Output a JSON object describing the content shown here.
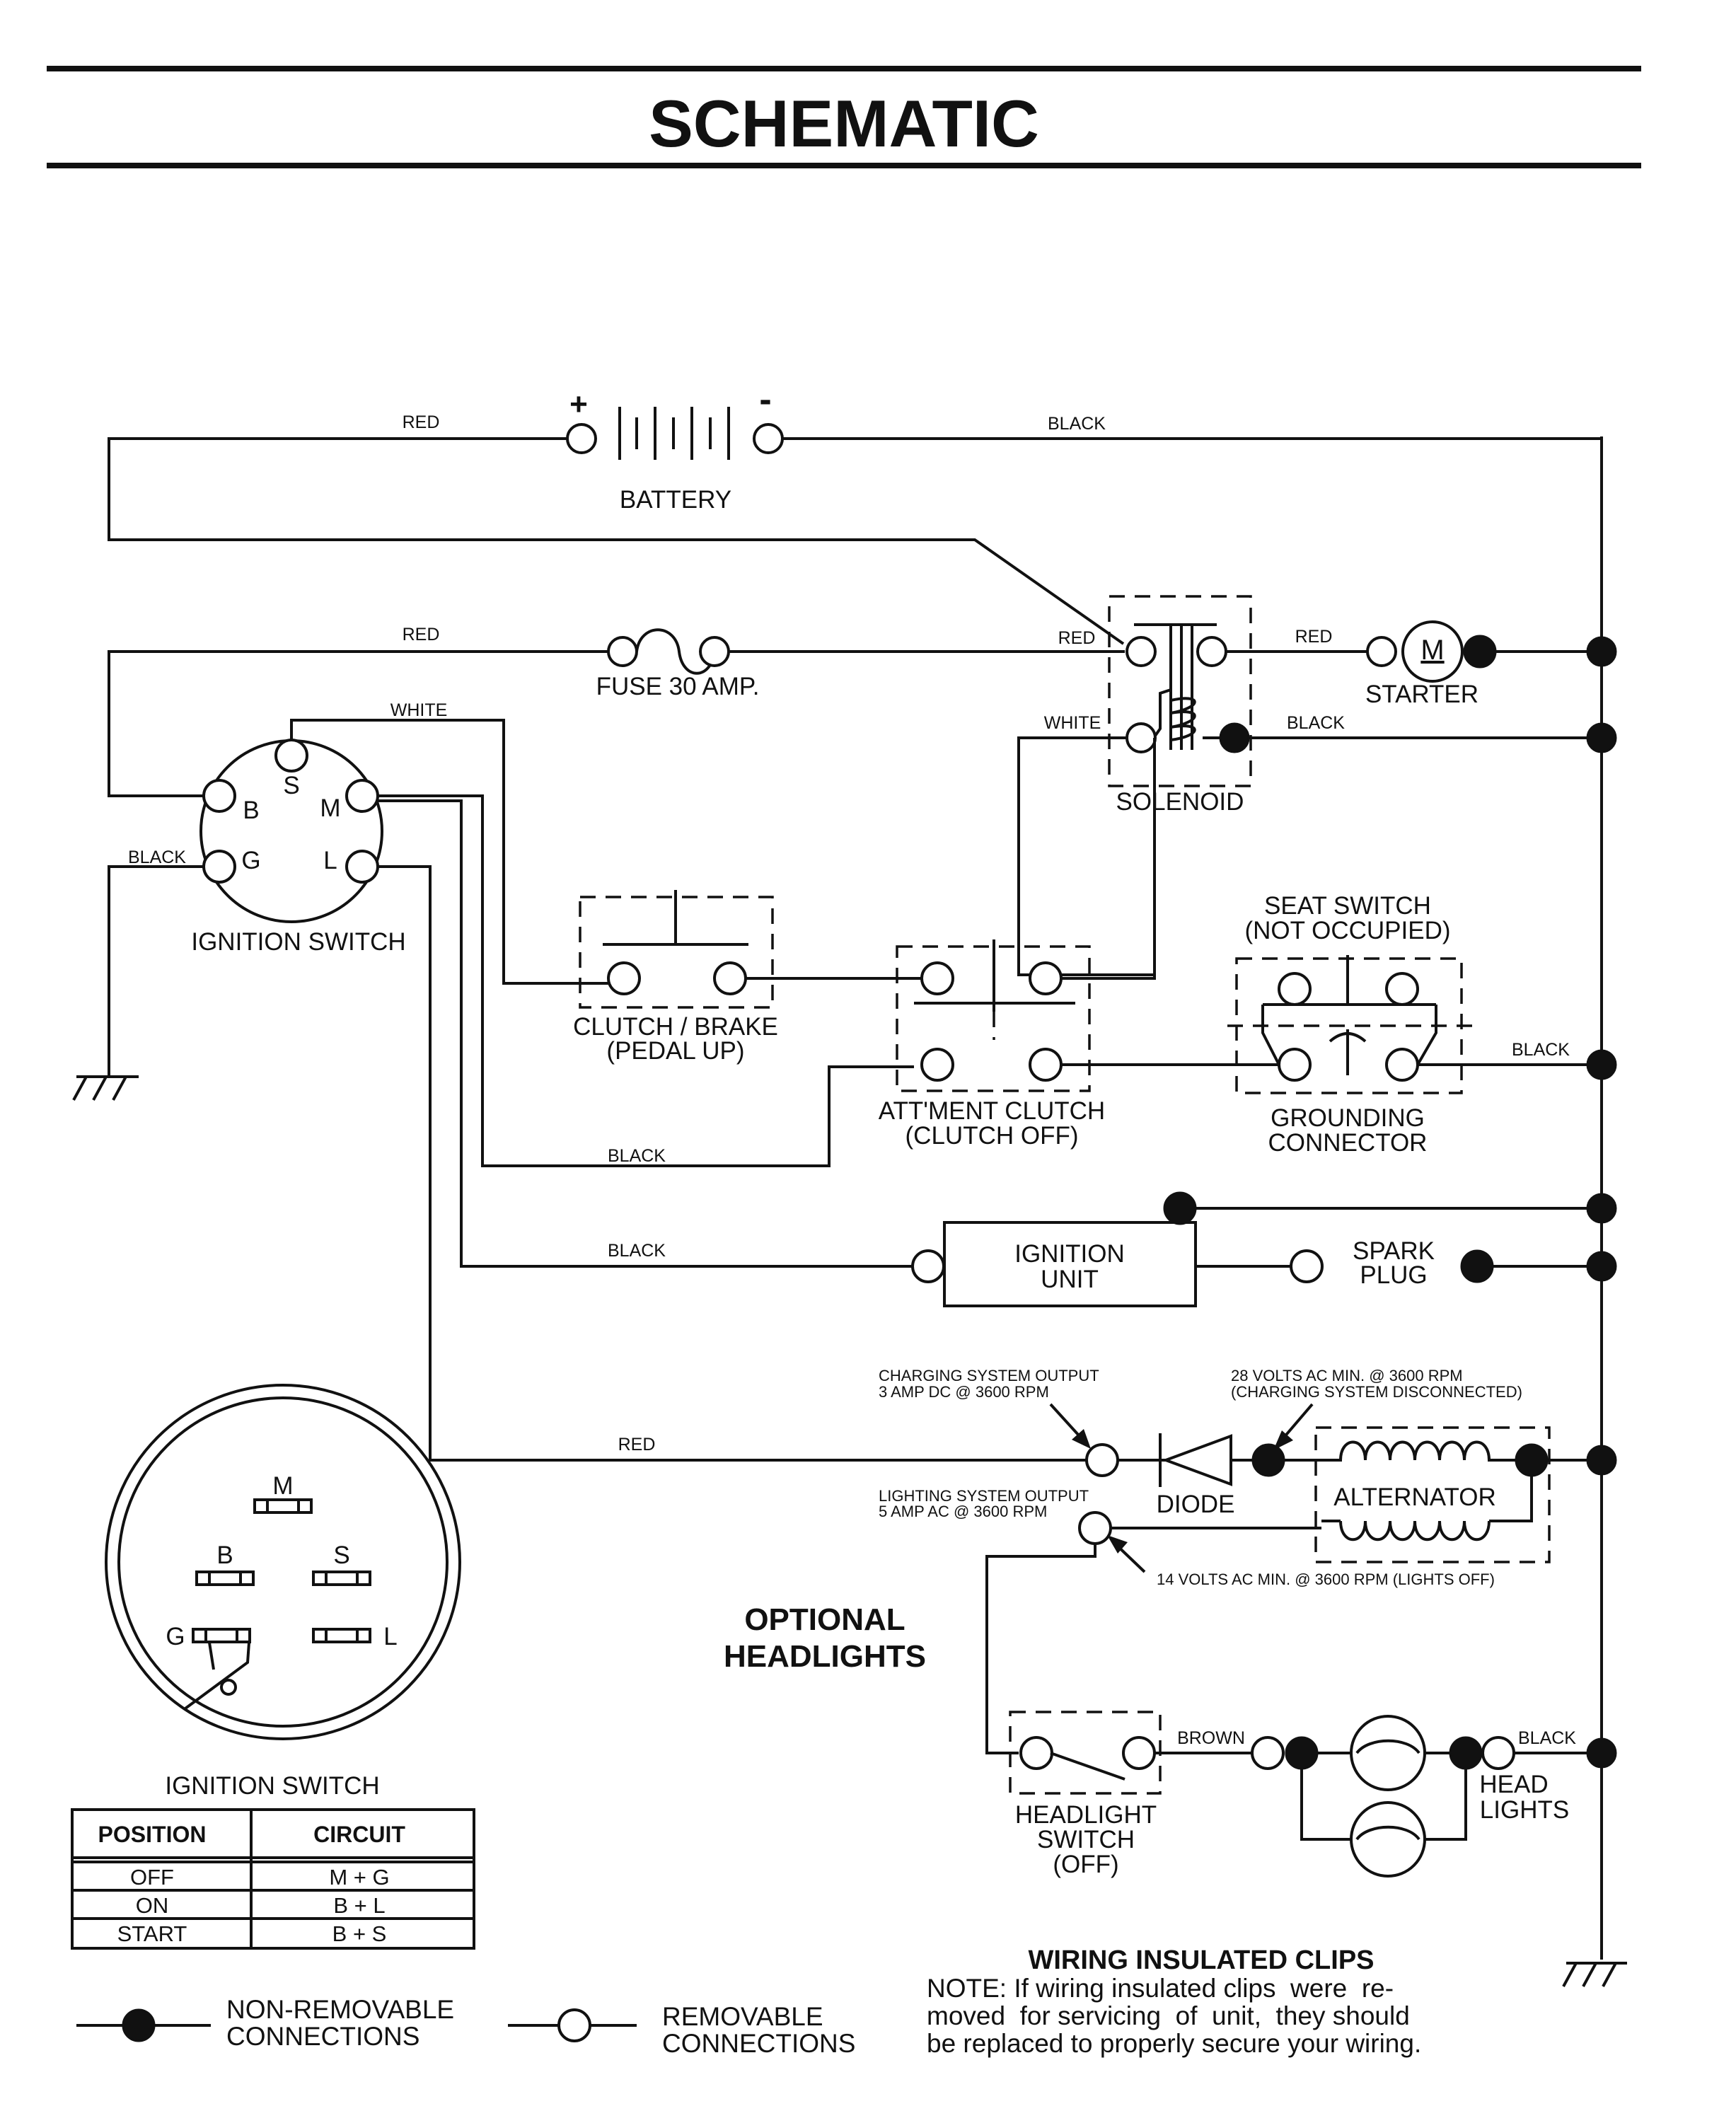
{
  "title": "SCHEMATIC",
  "components": {
    "battery": "BATTERY",
    "battery_plus": "+",
    "battery_minus": "-",
    "fuse": "FUSE 30 AMP.",
    "solenoid": "SOLENOID",
    "starter": "STARTER",
    "starter_symbol": "M",
    "ignition_switch": "IGNITION SWITCH",
    "clutch_brake": [
      "CLUTCH / BRAKE",
      "(PEDAL UP)"
    ],
    "attment_clutch": [
      "ATT'MENT CLUTCH",
      "(CLUTCH OFF)"
    ],
    "seat_switch": [
      "SEAT SWITCH",
      "(NOT OCCUPIED)"
    ],
    "grounding_connector": [
      "GROUNDING",
      "CONNECTOR"
    ],
    "ignition_unit": [
      "IGNITION",
      "UNIT"
    ],
    "spark_plug": [
      "SPARK",
      "PLUG"
    ],
    "diode": "DIODE",
    "alternator": "ALTERNATOR",
    "headlight_switch": [
      "HEADLIGHT",
      "SWITCH",
      "(OFF)"
    ],
    "head_lights": [
      "HEAD",
      "LIGHTS"
    ]
  },
  "switch_terminals": {
    "s": "S",
    "b": "B",
    "m": "M",
    "g": "G",
    "l": "L"
  },
  "wire_colors": {
    "red": "RED",
    "black": "BLACK",
    "white": "WHITE",
    "brown": "BROWN"
  },
  "annotations": {
    "charging_output": [
      "CHARGING SYSTEM OUTPUT",
      "3 AMP DC @ 3600 RPM"
    ],
    "charging_volts": [
      "28 VOLTS AC MIN. @ 3600 RPM",
      "(CHARGING SYSTEM DISCONNECTED)"
    ],
    "lighting_output": [
      "LIGHTING SYSTEM OUTPUT",
      "5 AMP AC @ 3600 RPM"
    ],
    "lighting_volts": "14 VOLTS AC MIN. @ 3600 RPM (LIGHTS OFF)"
  },
  "optional_headlights": [
    "OPTIONAL",
    "HEADLIGHTS"
  ],
  "switch_detail": {
    "caption": "IGNITION SWITCH",
    "terminals": {
      "m": "M",
      "b": "B",
      "s": "S",
      "g": "G",
      "l": "L"
    },
    "table": {
      "headers": [
        "POSITION",
        "CIRCUIT"
      ],
      "rows": [
        [
          "OFF",
          "M + G"
        ],
        [
          "ON",
          "B + L"
        ],
        [
          "START",
          "B + S"
        ]
      ]
    }
  },
  "legend": {
    "non_removable": [
      "NON-REMOVABLE",
      "CONNECTIONS"
    ],
    "removable": [
      "REMOVABLE",
      "CONNECTIONS"
    ]
  },
  "clips_note": {
    "heading": "WIRING INSULATED CLIPS",
    "lines": [
      "NOTE: If wiring insulated clips  were  re-",
      "moved  for servicing  of  unit,  they should",
      "be replaced to properly secure your wiring."
    ]
  }
}
